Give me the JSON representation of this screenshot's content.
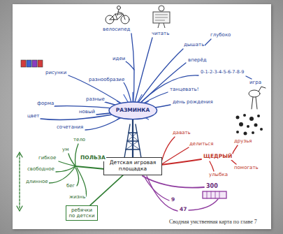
{
  "diagram": {
    "caption": "Сводная умственная карта по главе 7",
    "nodes": [
      {
        "text": [
          "Детская игровая площадка"
        ]
      },
      {
        "text": [
          "РАЗМИНКА"
        ]
      },
      {
        "text": [
          "ребячки",
          "по детски"
        ]
      }
    ],
    "edges": [
      {
        "from": 1,
        "to": 0,
        "arrow": "none"
      },
      {
        "from": 0,
        "to": 2,
        "arrow": "none"
      }
    ],
    "labels": [
      "велосипед",
      "читать",
      "дышать",
      "глубоко",
      "вперёд",
      "0-1-2-3-4-5-6-7-8-9",
      "игра",
      "танцевать!",
      "день рождения",
      "идеи",
      "рисунки",
      "разнообразие",
      "разные",
      "новый",
      "форма",
      "цвет",
      "сочетания",
      "ПОЛЬЗА",
      "тело",
      "ум",
      "гибкое",
      "свободное",
      "длинное",
      "бег",
      "жизнь",
      "ЩЕДРЫЙ",
      "давать",
      "делиться",
      "друзья",
      "улыбка",
      "помогать",
      "300",
      "9",
      "47"
    ]
  }
}
